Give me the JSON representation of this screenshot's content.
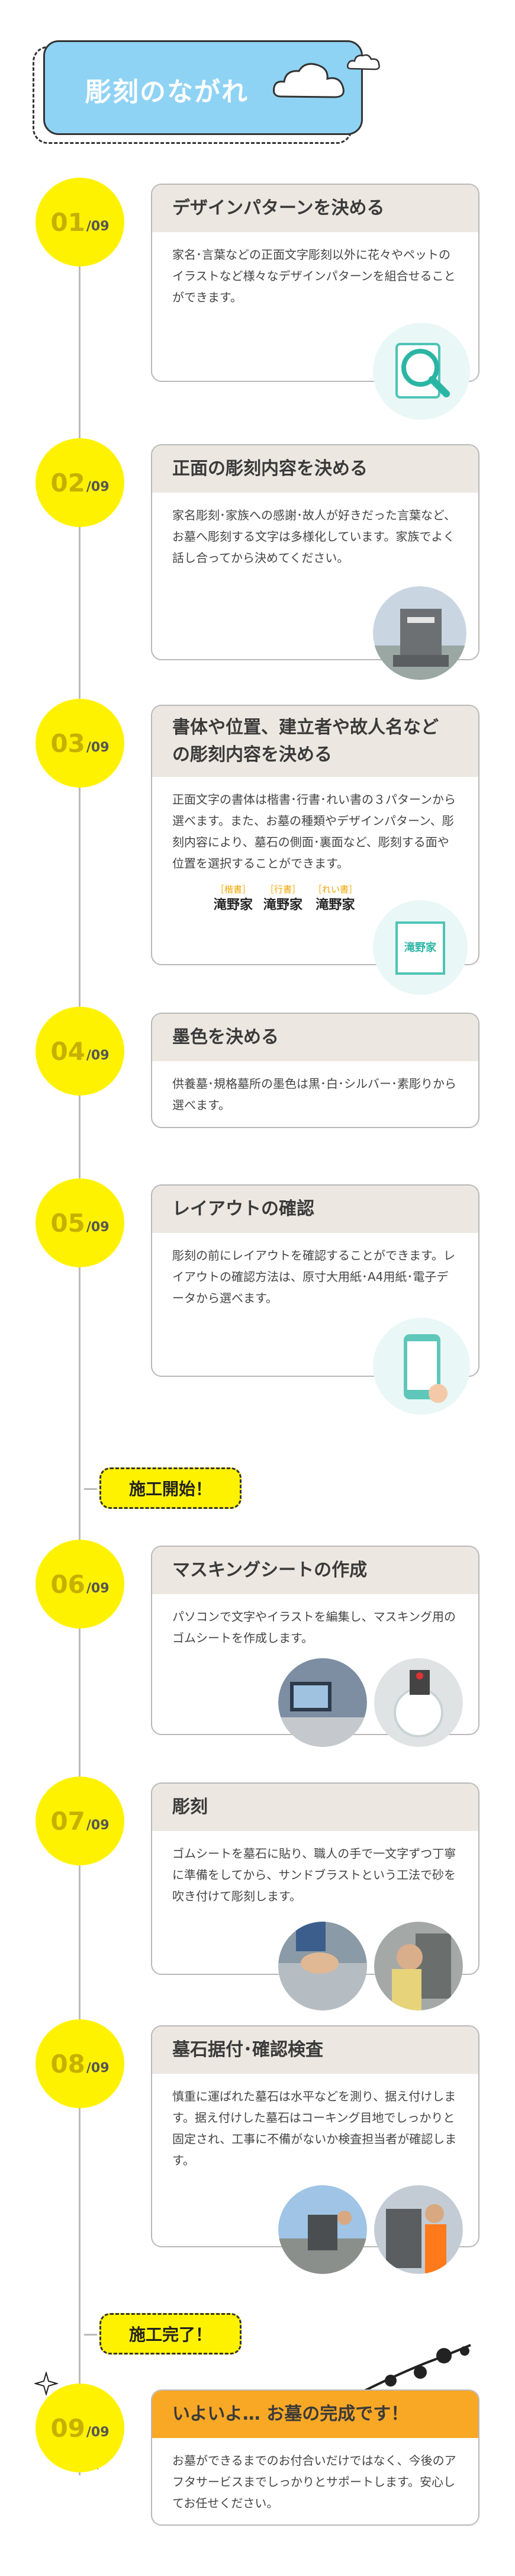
{
  "header": {
    "title": "彫刻のながれ"
  },
  "steps": [
    {
      "num": "01",
      "total": "/09",
      "title": "デザインパターンを決める",
      "body": "家名･言葉などの正面文字彫刻以外に花々やペットのイラストなど様々なデザインパターンを組合せることができます。"
    },
    {
      "num": "02",
      "total": "/09",
      "title": "正面の彫刻内容を決める",
      "body": "家名彫刻･家族への感謝･故人が好きだった言葉など、お墓へ彫刻する文字は多様化しています。家族でよく話し合ってから決めてください。"
    },
    {
      "num": "03",
      "total": "/09",
      "title_line1": "書体や位置、建立者や故人名など",
      "title_line2": "の彫刻内容を決める",
      "body": "正面文字の書体は楷書･行書･れい書の３パターンから選べます。また、お墓の種類やデザインパターン、彫刻内容により、墓石の側面･裏面など、彫刻する面や位置を選択することができます。",
      "fonts": [
        {
          "label": "［楷書］",
          "sample": "滝野家"
        },
        {
          "label": "［行書］",
          "sample": "滝野家"
        },
        {
          "label": "［れい書］",
          "sample": "滝野家"
        }
      ],
      "sign_text": "滝野家"
    },
    {
      "num": "04",
      "total": "/09",
      "title": "墨色を決める",
      "body": "供養墓･規格墓所の墨色は黒･白･シルバー･素彫りから選べます。"
    },
    {
      "num": "05",
      "total": "/09",
      "title": "レイアウトの確認",
      "body": "彫刻の前にレイアウトを確認することができます。レイアウトの確認方法は、原寸大用紙･A4用紙･電子データから選べます。"
    },
    {
      "num": "06",
      "total": "/09",
      "title": "マスキングシートの作成",
      "body": "パソコンで文字やイラストを編集し、マスキング用のゴムシートを作成します。"
    },
    {
      "num": "07",
      "total": "/09",
      "title": "彫刻",
      "body": "ゴムシートを墓石に貼り、職人の手で一文字ずつ丁寧に準備をしてから、サンドブラストという工法で砂を吹き付けて彫刻します。"
    },
    {
      "num": "08",
      "total": "/09",
      "title": "墓石据付･確認検査",
      "body": "慎重に運ばれた墓石は水平などを測り、据え付けします。据え付けした墓石はコーキング目地でしっかりと固定され、工事に不備がないか検査担当者が確認します。"
    },
    {
      "num": "09",
      "total": "/09",
      "title": "いよいよ… お墓の完成です！",
      "body": "お墓ができるまでのお付合いだけではなく、今後のアフタサービスまでしっかりとサポートします。安心してお任せください。"
    }
  ],
  "badges": {
    "start": "施工開始！",
    "complete": "施工完了！"
  },
  "colors": {
    "accent_yellow": "#fff200",
    "header_blue": "#8fd3f4",
    "title_bar": "#ece8e1",
    "final_orange": "#f9a825"
  }
}
